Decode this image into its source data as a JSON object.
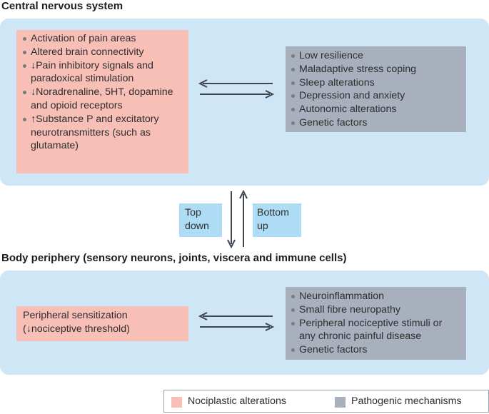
{
  "cns": {
    "title": "Central nervous system",
    "nociplastic": [
      "Activation of pain areas",
      "Altered brain connectivity",
      "↓Pain inhibitory signals and paradoxical stimulation",
      "↓Noradrenaline, 5HT, dopamine and opioid receptors",
      "↑Substance P and excitatory neurotransmitters (such as glutamate)"
    ],
    "pathogenic": [
      "Low resilience",
      "Maladaptive stress coping",
      "Sleep alterations",
      "Depression and anxiety",
      "Autonomic alterations",
      "Genetic factors"
    ]
  },
  "middle": {
    "top_down": "Top down",
    "bottom_up": "Bottom up"
  },
  "periphery": {
    "title": "Body periphery (sensory neurons, joints, viscera and immune cells)",
    "nociplastic_line1": "Peripheral sensitization",
    "nociplastic_line2": "(↓nociceptive threshold)",
    "pathogenic": [
      "Neuroinflammation",
      "Small fibre neuropathy",
      "Peripheral nociceptive stimuli or any chronic painful disease",
      "Genetic factors"
    ]
  },
  "legend": {
    "nociplastic_label": "Nociplastic alterations",
    "nociplastic_color": "#f8bfb7",
    "pathogenic_label": "Pathogenic mechanisms",
    "pathogenic_color": "#a7b0bc"
  },
  "colors": {
    "panel": "#cfe6f6",
    "arrow": "#3d4650"
  }
}
